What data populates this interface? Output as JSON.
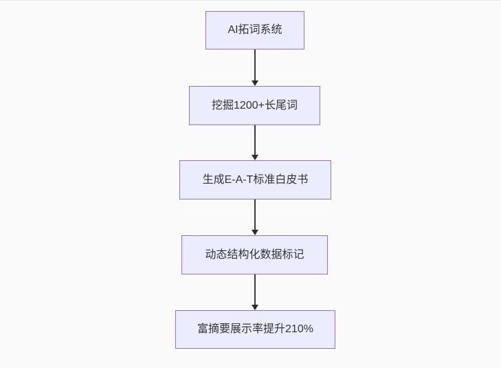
{
  "diagram": {
    "type": "flowchart",
    "direction": "top-down",
    "nodes": [
      {
        "id": "step-1",
        "label": "AI拓词系统"
      },
      {
        "id": "step-2",
        "label": "挖掘1200+长尾词"
      },
      {
        "id": "step-3",
        "label": "生成E-A-T标准白皮书"
      },
      {
        "id": "step-4",
        "label": "动态结构化数据标记"
      },
      {
        "id": "step-5",
        "label": "富摘要展示率提升210%"
      }
    ],
    "edges": [
      {
        "from": "step-1",
        "to": "step-2",
        "arrow": "down"
      },
      {
        "from": "step-2",
        "to": "step-3",
        "arrow": "down"
      },
      {
        "from": "step-3",
        "to": "step-4",
        "arrow": "down"
      },
      {
        "from": "step-4",
        "to": "step-5",
        "arrow": "down"
      }
    ],
    "colors": {
      "node_fill": "#ececff",
      "node_border": "#9370db",
      "text": "#333333",
      "arrow": "#333333",
      "background": "#fafafa"
    }
  }
}
